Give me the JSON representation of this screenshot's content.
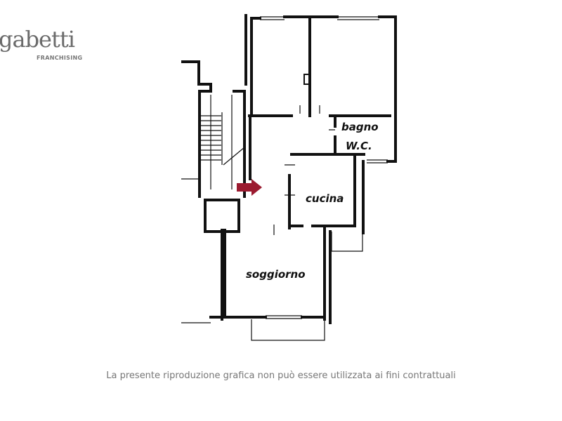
{
  "logo": {
    "brand": "gabetti",
    "tagline": "FRANCHISING"
  },
  "rooms": {
    "bagno": "bagno",
    "wc": "W.C.",
    "cucina": "cucina",
    "soggiorno": "soggiorno"
  },
  "entrance_arrow_color": "#9b1b30",
  "disclaimer": "La presente riproduzione grafica non può essere utilizzata ai fini contrattuali"
}
